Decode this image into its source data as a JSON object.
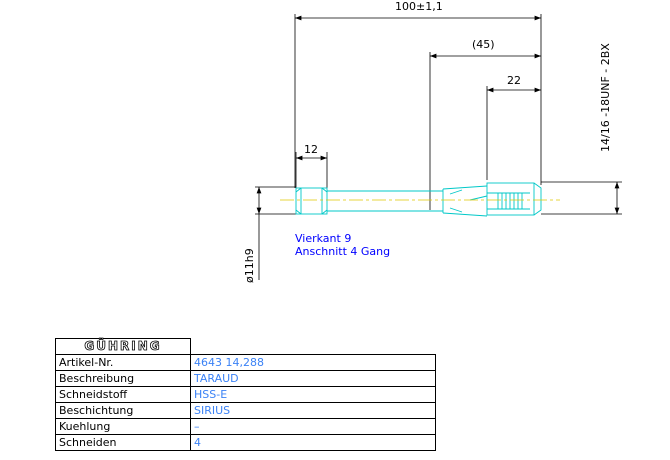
{
  "dimensions": {
    "overall_length": "100±1,1",
    "length_45": "(45)",
    "length_22": "22",
    "length_12": "12",
    "thread": "14/16 -18UNF - 2BX",
    "shank_dia": "ø11h9"
  },
  "notes": {
    "line1": "Vierkant 9",
    "line2": "Anschnitt 4 Gang"
  },
  "title_block": {
    "logo": "GÜHRING",
    "rows": [
      {
        "label": "Artikel-Nr.",
        "value": "4643 14,288"
      },
      {
        "label": "Beschreibung",
        "value": "TARAUD"
      },
      {
        "label": "Schneidstoff",
        "value": "HSS-E"
      },
      {
        "label": "Beschichtung",
        "value": "SIRIUS"
      },
      {
        "label": "Kuehlung",
        "value": "–"
      },
      {
        "label": "Schneiden",
        "value": "4"
      }
    ]
  },
  "colors": {
    "dimension": "#000000",
    "outline": "#00c8c8",
    "note": "#0000ff",
    "value": "#3b82f6",
    "centerline": "#e0c800"
  }
}
